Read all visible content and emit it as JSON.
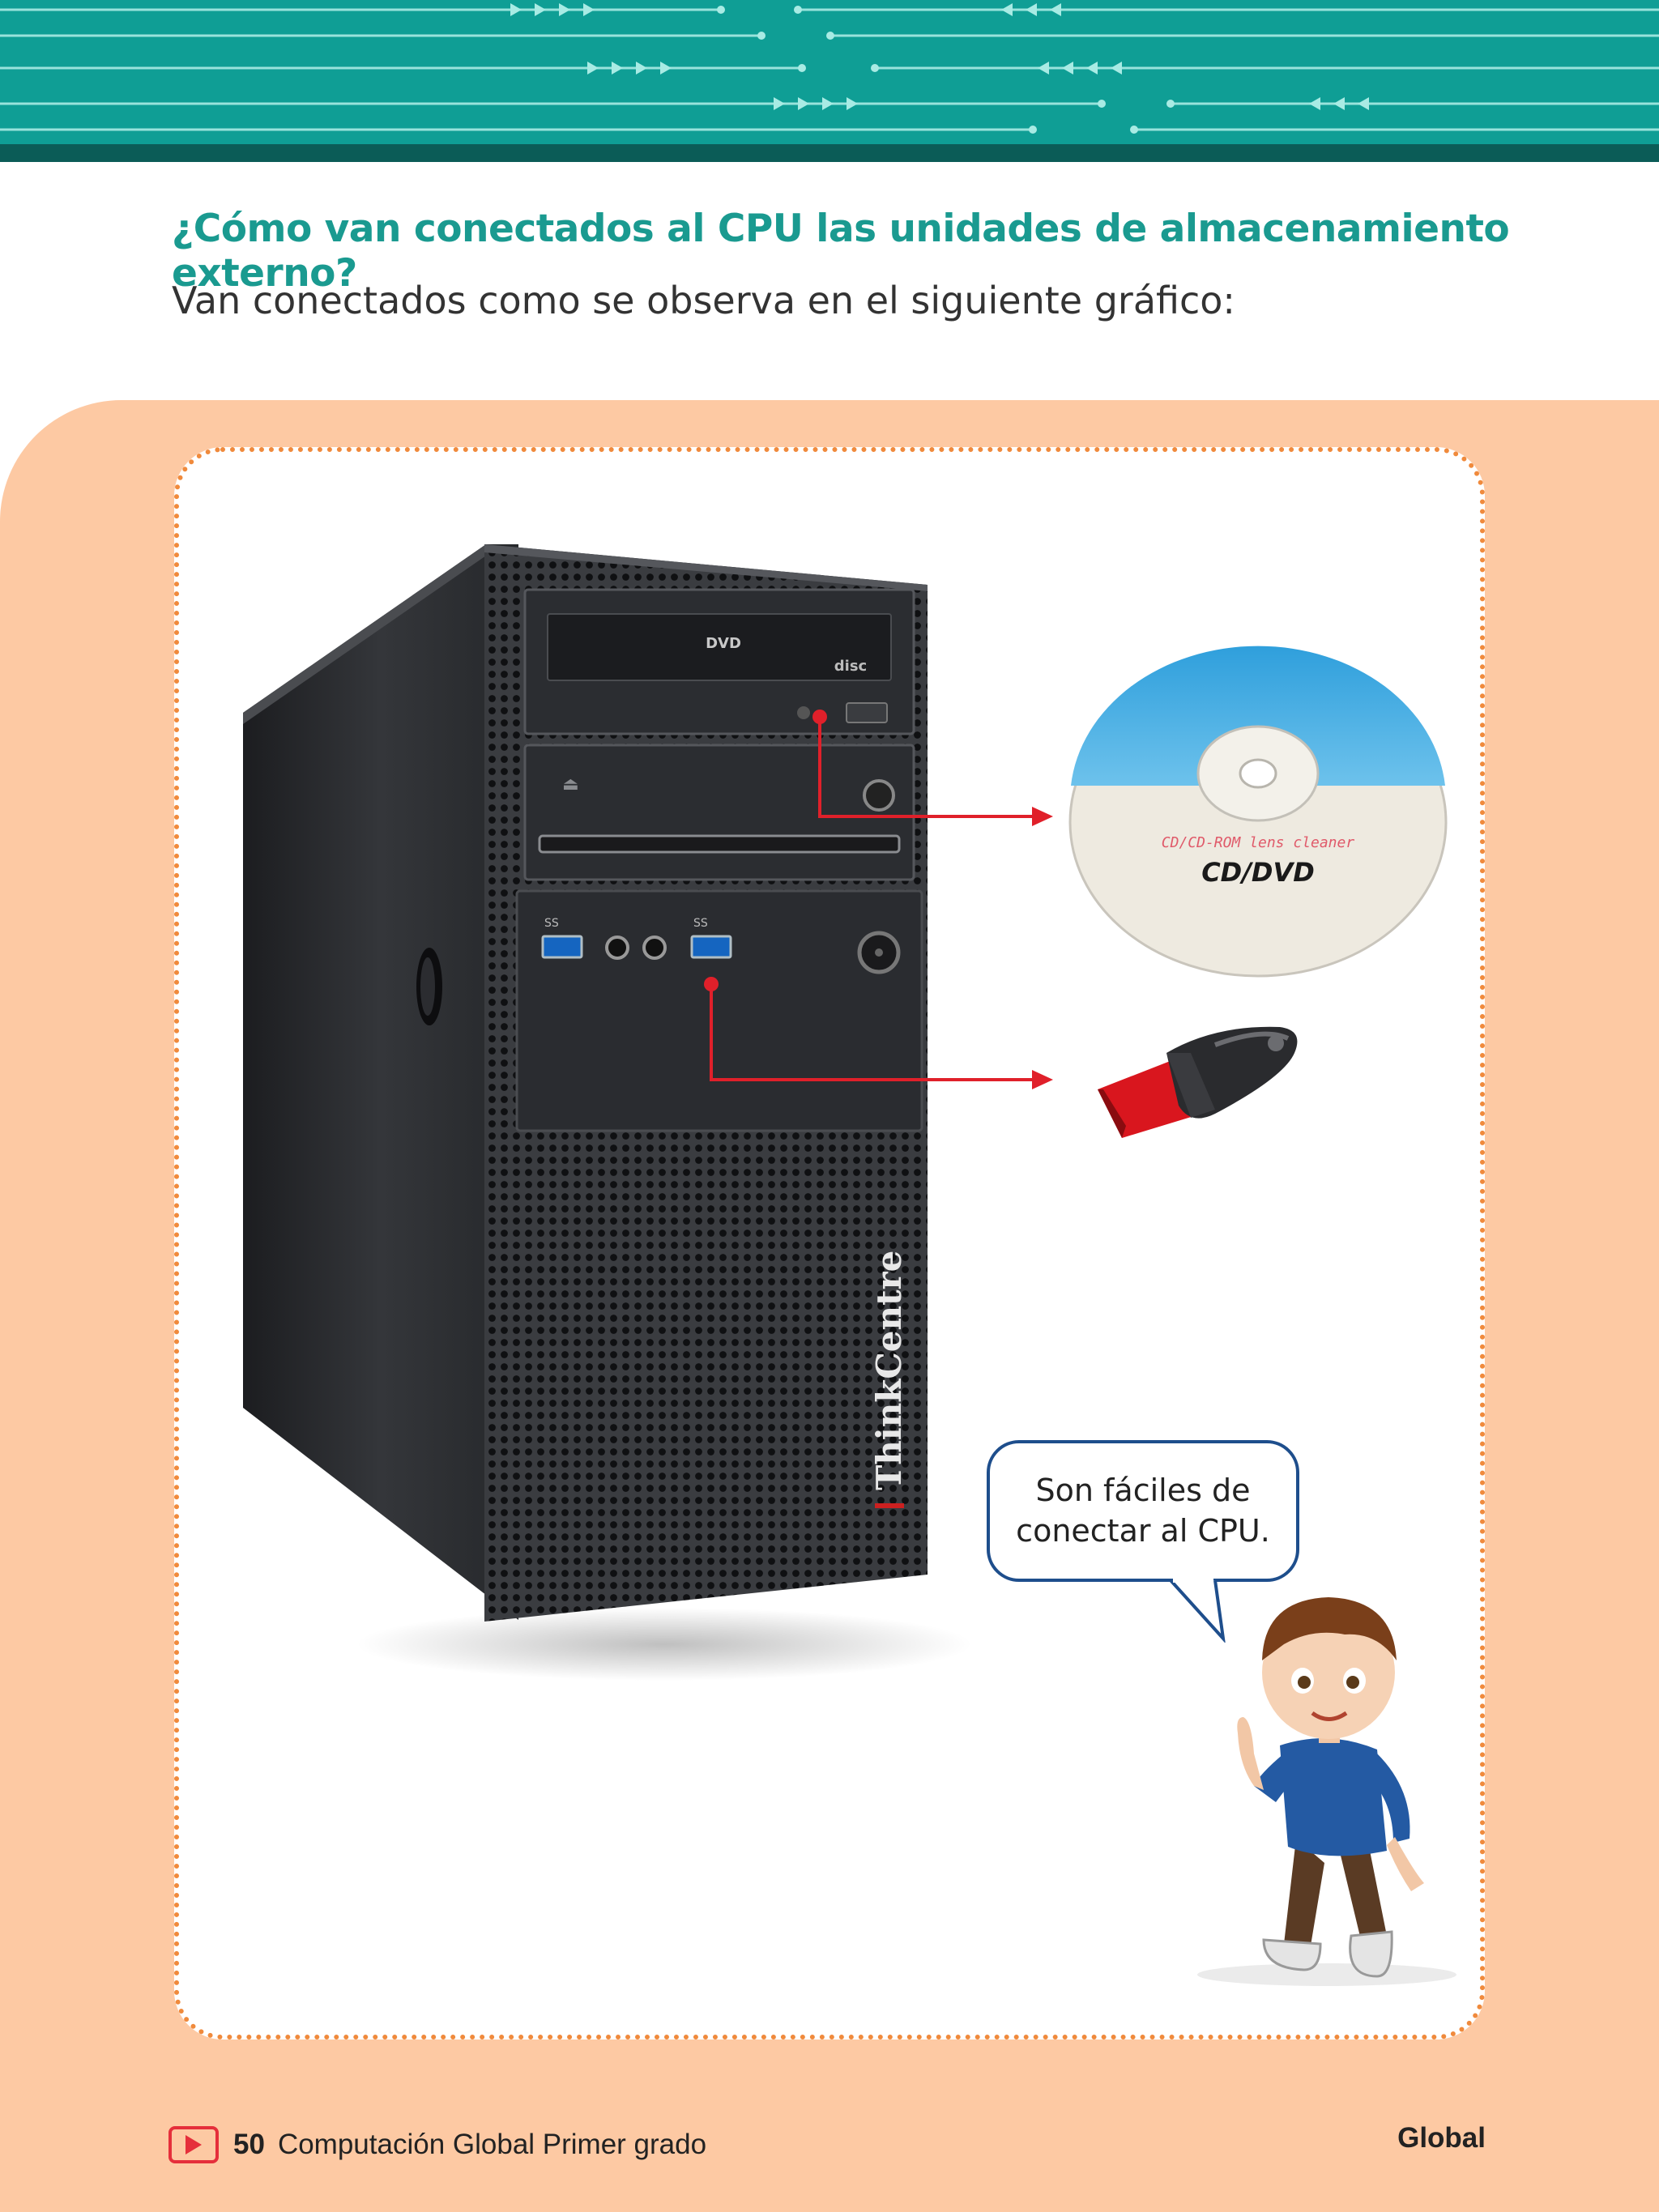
{
  "header": {
    "question": "¿Cómo van conectados al CPU las unidades de almacenamiento externo?",
    "answer": "Van conectados como se observa en el siguiente gráfico:"
  },
  "illustration": {
    "cpu_brand": "ThinkCentre",
    "cd_label_small": "CD/CD-ROM lens cleaner",
    "cd_label_big": "CD/DVD",
    "usb_port_left_label": "SS",
    "usb_port_right_label": "SS"
  },
  "speech_bubble": {
    "text": "Son fáciles de conectar al CPU."
  },
  "footer": {
    "page_number": "50",
    "book_title": "Computación Global Primer grado",
    "brand": "Global"
  },
  "colors": {
    "teal": "#0f9e95",
    "peach": "#fdc9a3",
    "orange_dots": "#f08a3c",
    "arrow_red": "#e0202a",
    "bubble_border": "#1e4e8c"
  }
}
